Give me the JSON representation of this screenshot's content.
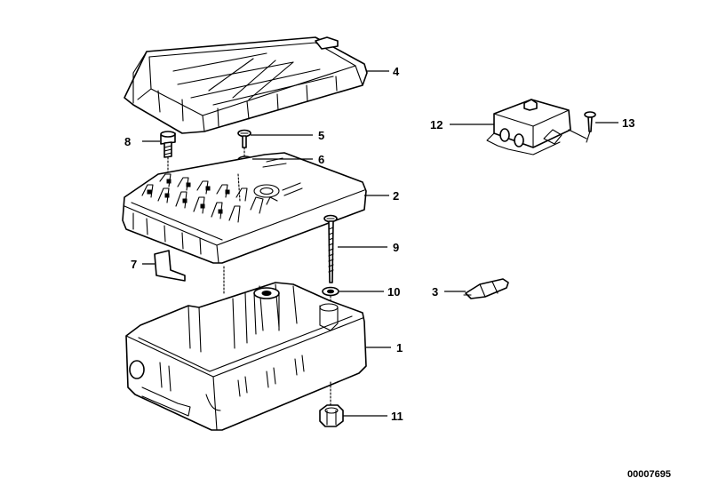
{
  "callouts": {
    "c1": "1",
    "c2": "2",
    "c3": "3",
    "c4": "4",
    "c5": "5",
    "c6": "6",
    "c7": "7",
    "c8": "8",
    "c9": "9",
    "c10": "10",
    "c11": "11",
    "c12": "12",
    "c13": "13"
  },
  "document_number": "00007695",
  "colors": {
    "line": "#000000",
    "background": "#ffffff"
  }
}
